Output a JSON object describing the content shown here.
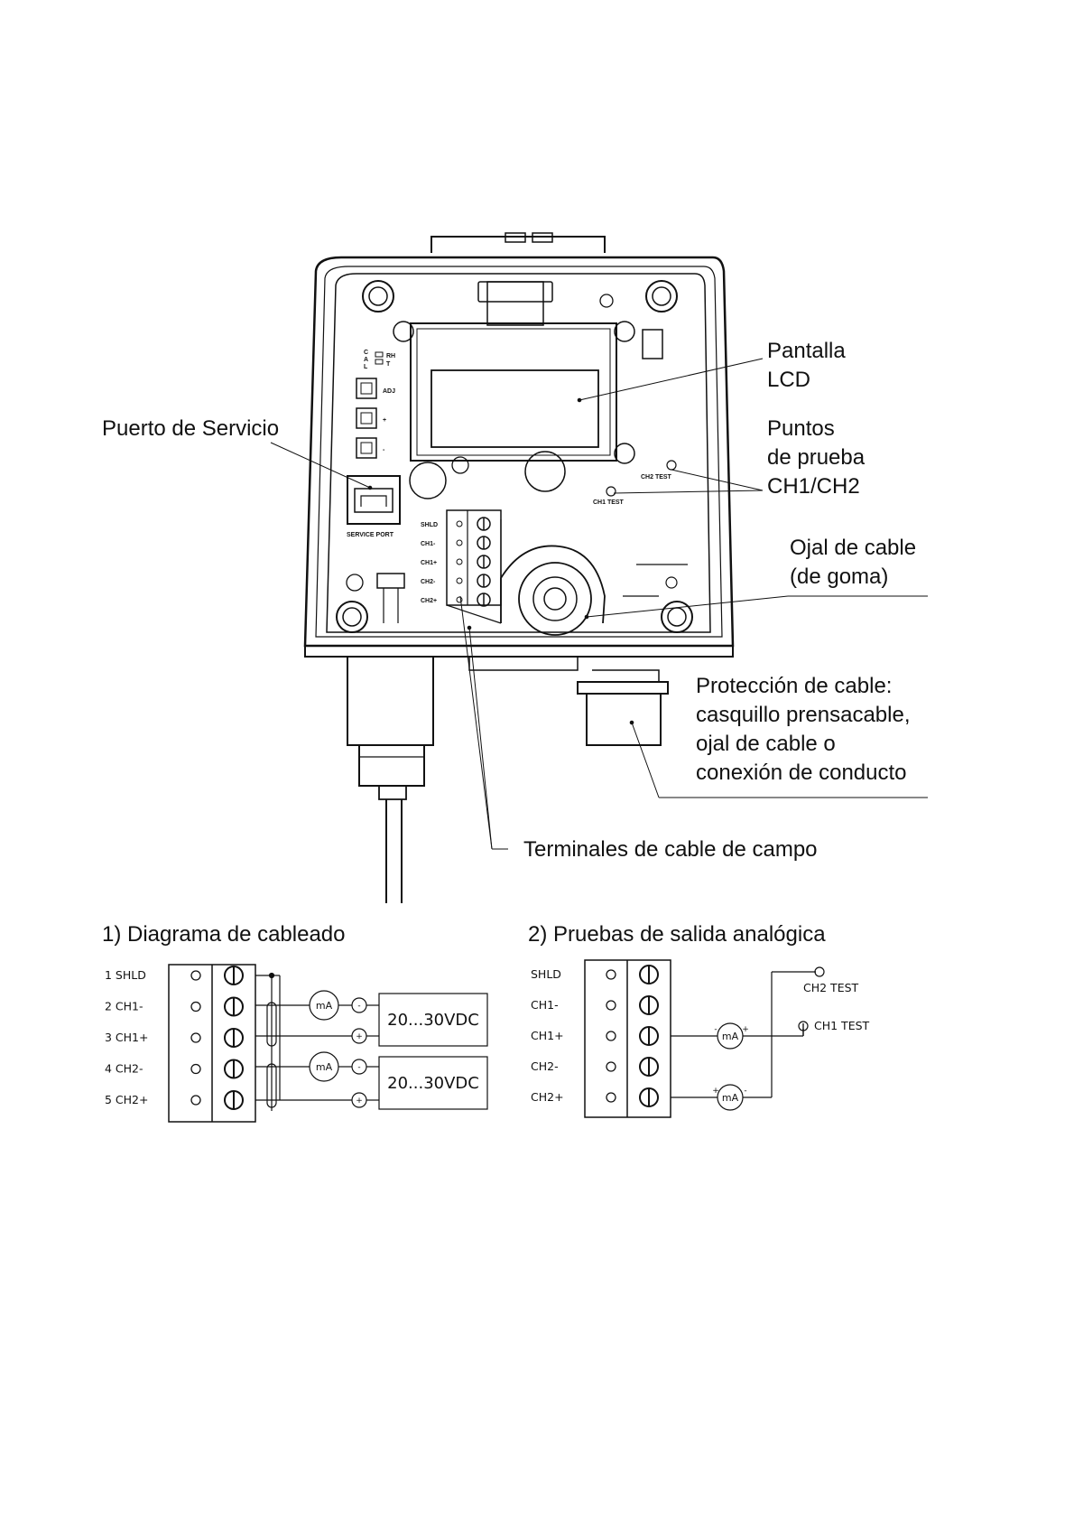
{
  "callouts": {
    "lcd_line1": "Pantalla",
    "lcd_line2": "LCD",
    "service_port": "Puerto de Servicio",
    "test_points_line1": "Puntos",
    "test_points_line2": "de prueba",
    "test_points_line3": "CH1/CH2",
    "grommet_line1": "Ojal de cable",
    "grommet_line2": "(de goma)",
    "protection_line1": "Protección de cable:",
    "protection_line2": "casquillo prensacable,",
    "protection_line3": "ojal de cable o",
    "protection_line4": "conexión de conducto",
    "field_terminals": "Terminales de cable de campo"
  },
  "device_labels": {
    "adj": "ADJ",
    "plus": "+",
    "minus": "-",
    "cal_c": "C",
    "cal_a": "A",
    "cal_l": "L",
    "rh": "RH",
    "t": "T",
    "service_port": "SERVICE PORT",
    "ch1_test": "CH1 TEST",
    "ch2_test": "CH2 TEST",
    "terminals": [
      "SHLD",
      "CH1-",
      "CH1+",
      "CH2-",
      "CH2+"
    ]
  },
  "wiring": {
    "title": "1) Diagrama de cableado",
    "terminals": [
      "1 SHLD",
      "2 CH1-",
      "3 CH1+",
      "4 CH2-",
      "5 CH2+"
    ],
    "meter": "mA",
    "minus": "-",
    "plus": "+",
    "supply1": "20...30VDC",
    "supply2": "20...30VDC"
  },
  "analog_test": {
    "title": "2) Pruebas de salida analógica",
    "terminals": [
      "SHLD",
      "CH1-",
      "CH1+",
      "CH2-",
      "CH2+"
    ],
    "meter": "mA",
    "minus": "-",
    "plus": "+",
    "ch2_test": "CH2 TEST",
    "ch1_test": "CH1 TEST"
  }
}
